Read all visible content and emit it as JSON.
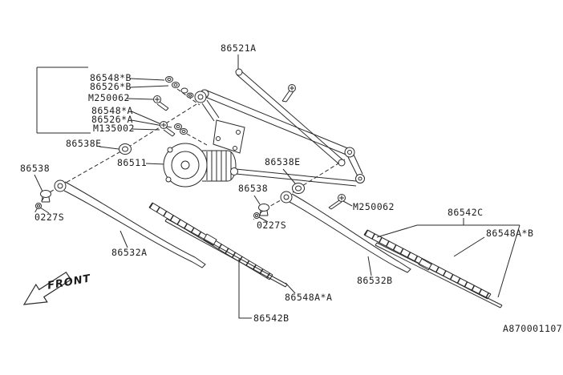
{
  "diagram_code": "A870001107",
  "front_label": "FRONT",
  "line_color": "#2a2a2a",
  "background_color": "#ffffff",
  "labels": [
    {
      "text": "86521A"
    },
    {
      "text": "86548*B"
    },
    {
      "text": "86526*B"
    },
    {
      "text": "M250062"
    },
    {
      "text": "86548*A"
    },
    {
      "text": "86526*A"
    },
    {
      "text": "M135002"
    },
    {
      "text": "86538E"
    },
    {
      "text": "86538"
    },
    {
      "text": "86511"
    },
    {
      "text": "86538E"
    },
    {
      "text": "86538"
    },
    {
      "text": "0227S"
    },
    {
      "text": "0227S"
    },
    {
      "text": "M250062"
    },
    {
      "text": "86542C"
    },
    {
      "text": "86548A*B"
    },
    {
      "text": "86532A"
    },
    {
      "text": "86532B"
    },
    {
      "text": "86548A*A"
    },
    {
      "text": "86542B"
    }
  ]
}
